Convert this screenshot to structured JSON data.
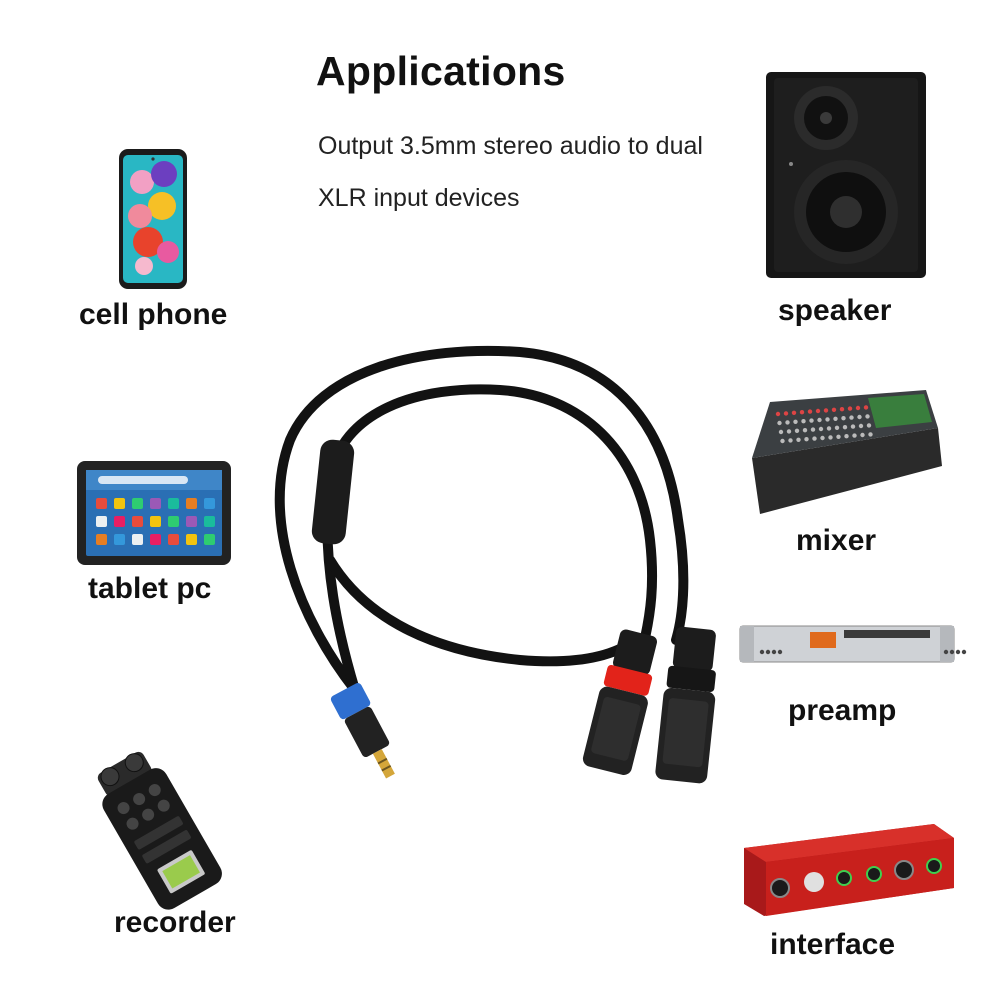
{
  "heading": {
    "title": "Applications",
    "description": "Output 3.5mm stereo audio to dual XLR input devices"
  },
  "devices": {
    "cell_phone": "cell phone",
    "tablet_pc": "tablet pc",
    "recorder": "recorder",
    "speaker": "speaker",
    "mixer": "mixer",
    "preamp": "preamp",
    "interface": "interface"
  },
  "colors": {
    "cable": "#121212",
    "jack_ring": "#2f6fd0",
    "xlr_left_ring": "#e2231a",
    "plug_gold": "#d4a63a",
    "interface_red": "#c8201c",
    "mixer_green": "#3a8a3c"
  }
}
